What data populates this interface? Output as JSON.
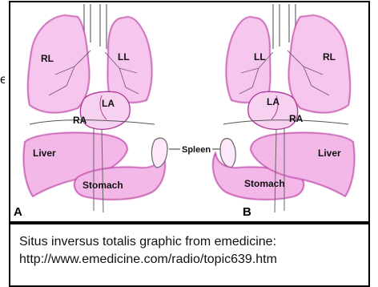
{
  "edge_mark": "e",
  "diagram": {
    "panel_a": {
      "letter": "A",
      "labels": {
        "right_lung": "RL",
        "left_lung": "LL",
        "left_atrium": "LA",
        "right_atrium": "RA",
        "liver": "Liver",
        "stomach": "Stomach"
      }
    },
    "panel_b": {
      "letter": "B",
      "labels": {
        "left_lung": "LL",
        "right_lung": "RL",
        "left_atrium": "LA",
        "right_atrium": "RA",
        "liver": "Liver",
        "stomach": "Stomach"
      }
    },
    "spleen_label": "Spleen"
  },
  "caption": {
    "line1": "Situs inversus totalis graphic from emedicine:",
    "line2": "http://www.emedicine.com/radio/topic639.htm"
  },
  "colors": {
    "organ_fill": "#f3b8e8",
    "organ_stroke": "#c040a8",
    "line": "#555555"
  }
}
